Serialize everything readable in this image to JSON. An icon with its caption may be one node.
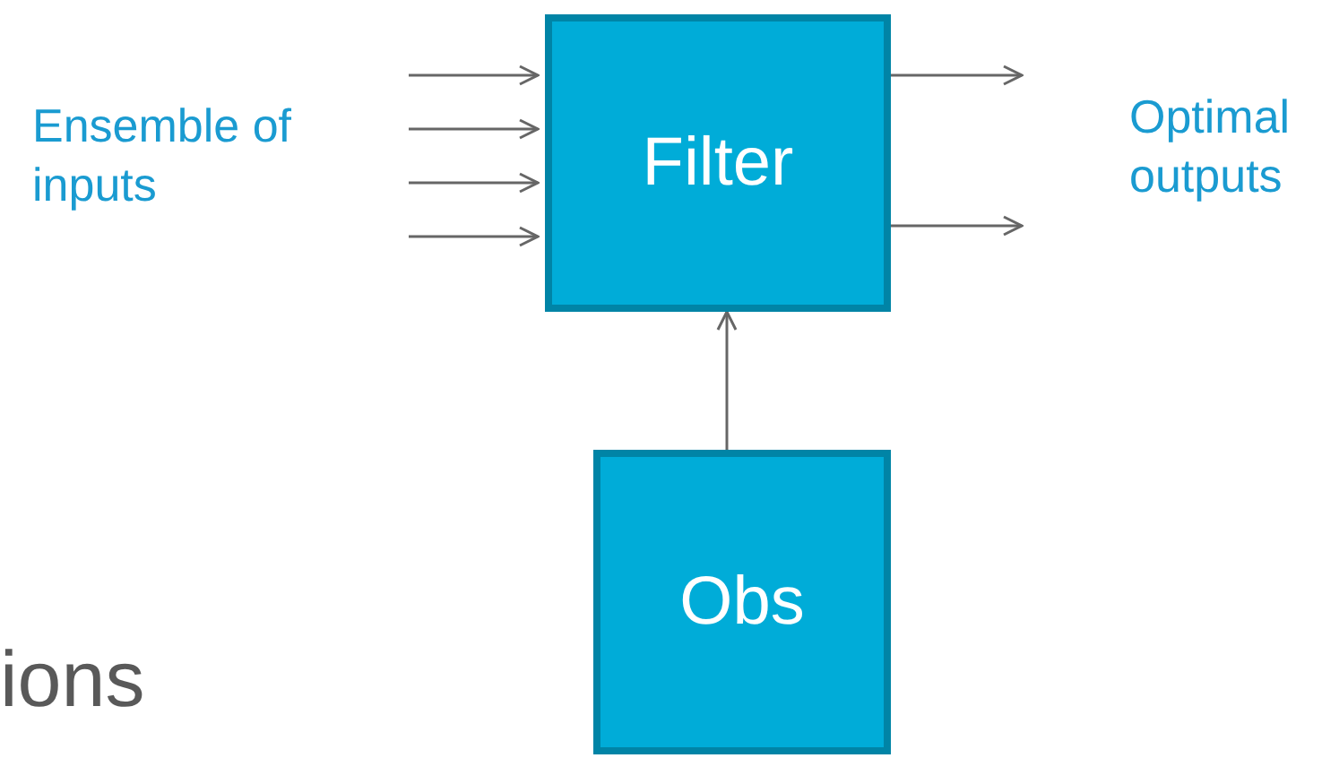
{
  "diagram": {
    "nodes": [
      {
        "text": [
          "Filter"
        ]
      },
      {
        "text": [
          "Obs"
        ]
      }
    ],
    "edges": [
      {
        "from": null,
        "to": 0,
        "arrow": "to"
      },
      {
        "from": null,
        "to": 0,
        "arrow": "to"
      },
      {
        "from": null,
        "to": 0,
        "arrow": "to"
      },
      {
        "from": null,
        "to": 0,
        "arrow": "to"
      },
      {
        "from": 0,
        "to": null,
        "arrow": "to"
      },
      {
        "from": 0,
        "to": null,
        "arrow": "to"
      },
      {
        "from": 1,
        "to": 0,
        "arrow": "to"
      }
    ],
    "labels": [
      "Ensemble of inputs",
      "Optimal outputs",
      "ions"
    ]
  }
}
